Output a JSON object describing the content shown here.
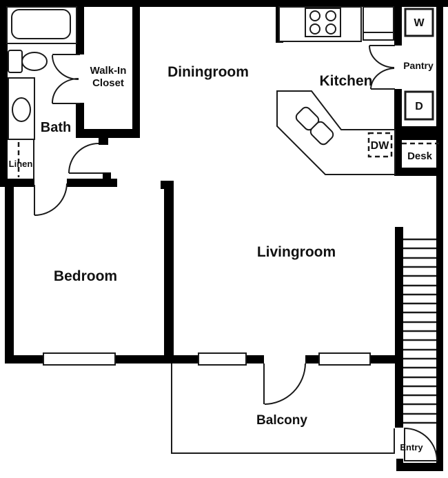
{
  "plan": {
    "type": "apartment-floor-plan",
    "rooms": {
      "diningroom": {
        "label": "Diningroom"
      },
      "kitchen": {
        "label": "Kitchen"
      },
      "livingroom": {
        "label": "Livingroom"
      },
      "bedroom": {
        "label": "Bedroom"
      },
      "bath": {
        "label": "Bath"
      },
      "walk_in_closet": {
        "line1": "Walk-In",
        "line2": "Closet"
      },
      "linen": {
        "label": "Linen"
      },
      "pantry": {
        "label": "Pantry"
      },
      "balcony": {
        "label": "Balcony"
      },
      "entry": {
        "label": "Entry"
      },
      "desk": {
        "label": "Desk"
      }
    },
    "appliances": {
      "washer": {
        "label": "W"
      },
      "dryer": {
        "label": "D"
      },
      "dishwasher": {
        "label": "DW"
      }
    },
    "fixture_icons": [
      "bathtub-icon",
      "toilet-icon",
      "vanity-sink-icon",
      "stove-cooktop-icon",
      "refrigerator-icon",
      "island-sink-icon",
      "stairs-icon",
      "door-swing-icon",
      "window-icon"
    ],
    "colors": {
      "wall": "#000000",
      "background": "#ffffff",
      "text": "#111111"
    }
  }
}
